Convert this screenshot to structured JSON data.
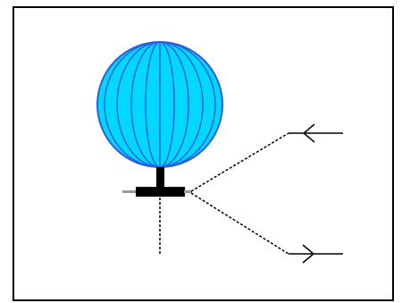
{
  "diagram": {
    "sphere_fill": "#00D8FF",
    "sphere_stroke": "#2B5BE0",
    "mount_color": "#000000",
    "line_color": "#000000",
    "border_color": "#000000",
    "elements": {
      "sphere": "sphere-balloon",
      "stem": "mount-stem",
      "base_plate": "base-plate",
      "vertical_line": "dashed-vertical-line",
      "upper_connector": "dashed-upper-connector",
      "lower_connector": "dashed-lower-connector",
      "upper_arrow": "left-arrow-icon",
      "lower_arrow": "right-arrow-icon"
    }
  }
}
